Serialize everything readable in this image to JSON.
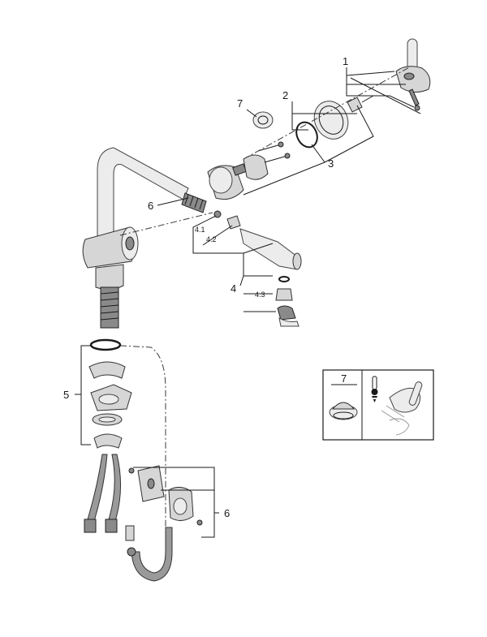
{
  "callouts": {
    "c1": "1",
    "c2": "2",
    "c3": "3",
    "c4": "4",
    "c41": "4.1",
    "c42": "4.2",
    "c43": "4.3",
    "c5": "5",
    "c6_spout": "6",
    "c6_bracket": "6",
    "c7": "7"
  },
  "inset": {
    "part_label": "7"
  },
  "colors": {
    "line": "#1a1a1a",
    "part_fill": "#d6d6d6",
    "part_dark": "#8a8a8a",
    "background": "#ffffff"
  }
}
